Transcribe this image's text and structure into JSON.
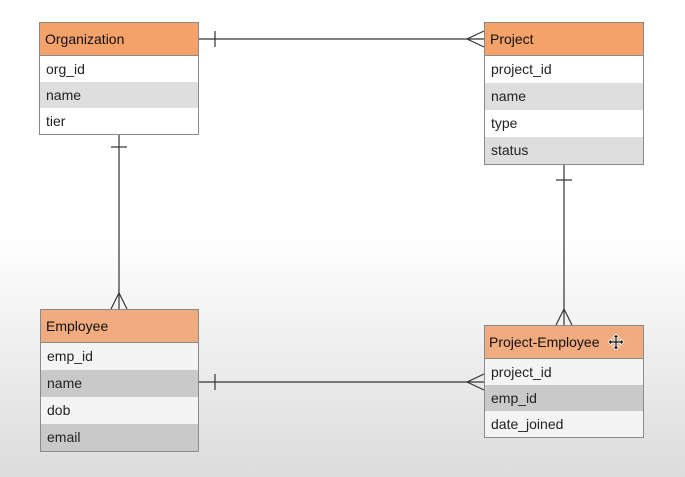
{
  "entities": {
    "organization": {
      "title": "Organization",
      "fields": [
        "org_id",
        "name",
        "tier"
      ]
    },
    "project": {
      "title": "Project",
      "fields": [
        "project_id",
        "name",
        "type",
        "status"
      ]
    },
    "employee": {
      "title": "Employee",
      "fields": [
        "emp_id",
        "name",
        "dob",
        "email"
      ]
    },
    "project_employee": {
      "title": "Project-Employee",
      "fields": [
        "project_id",
        "emp_id",
        "date_joined"
      ]
    }
  },
  "relationships": [
    {
      "from": "Organization",
      "to": "Project",
      "from_cardinality": "one",
      "to_cardinality": "many"
    },
    {
      "from": "Organization",
      "to": "Employee",
      "from_cardinality": "one",
      "to_cardinality": "many"
    },
    {
      "from": "Project",
      "to": "Project-Employee",
      "from_cardinality": "one",
      "to_cardinality": "many"
    },
    {
      "from": "Employee",
      "to": "Project-Employee",
      "from_cardinality": "one",
      "to_cardinality": "many"
    }
  ],
  "icons": {
    "cursor": "move-cursor-icon"
  },
  "colors": {
    "header": "#f4a16a",
    "header_selected": "#f0ab7e",
    "alt_row": "#dedede",
    "line": "#333333"
  }
}
